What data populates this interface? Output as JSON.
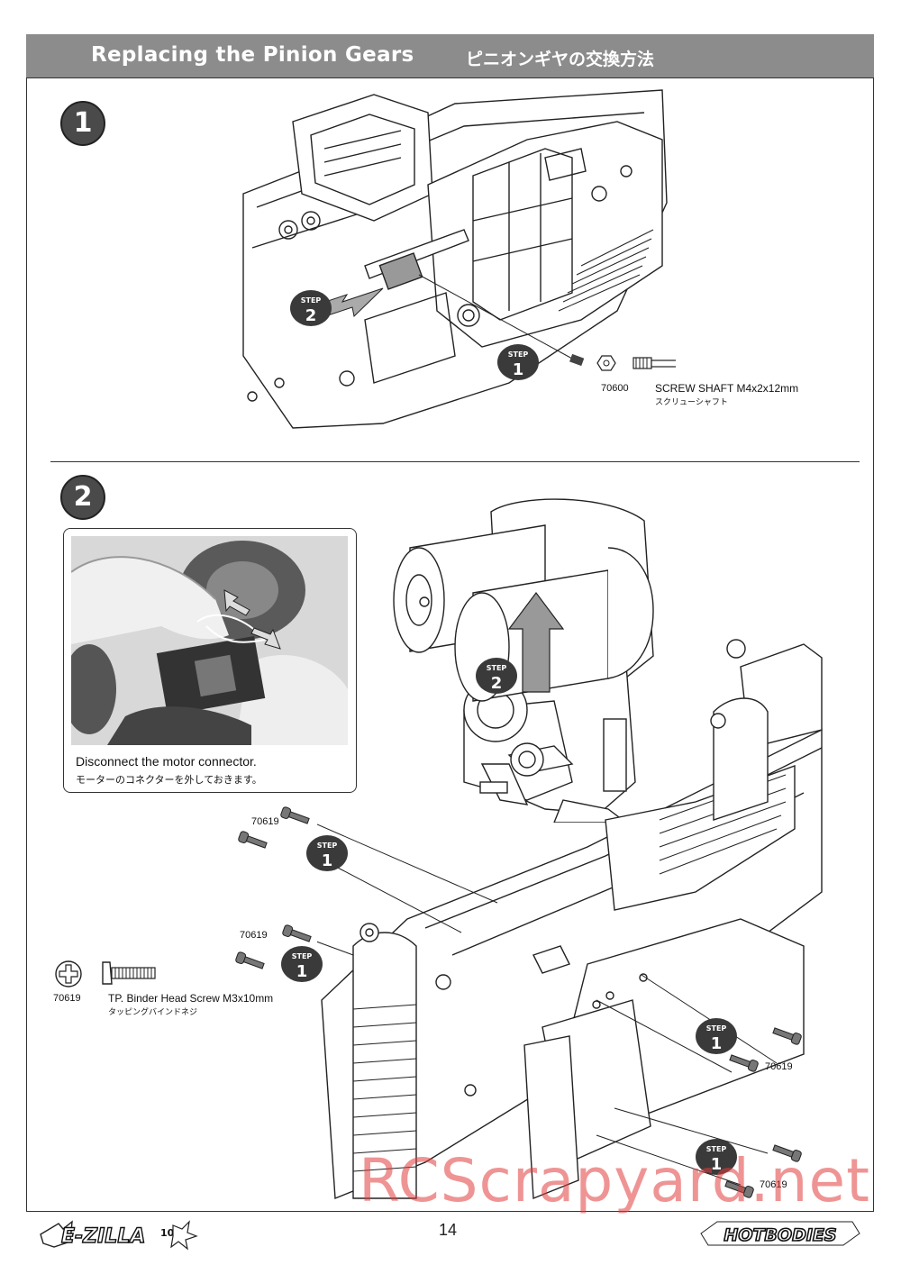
{
  "header": {
    "title_en": "Replacing the Pinion Gears",
    "title_jp": "ピニオンギヤの交換方法"
  },
  "steps": {
    "one": "1",
    "two": "2"
  },
  "stage_labels": {
    "step_word": "STEP",
    "step1": "1",
    "step2": "2"
  },
  "section1": {
    "part_number": "70600",
    "part_name": "SCREW SHAFT M4x2x12mm",
    "part_name_jp": "スクリューシャフト"
  },
  "section2": {
    "photo_caption": "Disconnect the motor connector.",
    "photo_caption_jp": "モーターのコネクターを外しておきます。",
    "screw_labels": [
      "70619",
      "70619",
      "70619",
      "70619"
    ],
    "legend_number": "70619",
    "legend_name": "TP. Binder Head Screw M3x10mm",
    "legend_name_jp": "タッピングバインドネジ"
  },
  "footer": {
    "page_number": "14",
    "logo_left": "E-ZILLA",
    "logo_left_sub": "10",
    "logo_right": "HOTBODIES"
  },
  "watermark": "RCScrapyard.net",
  "colors": {
    "header_bg": "#8c8c8c",
    "step_badge": "#4a4a4a",
    "watermark": "#e13c3c"
  }
}
